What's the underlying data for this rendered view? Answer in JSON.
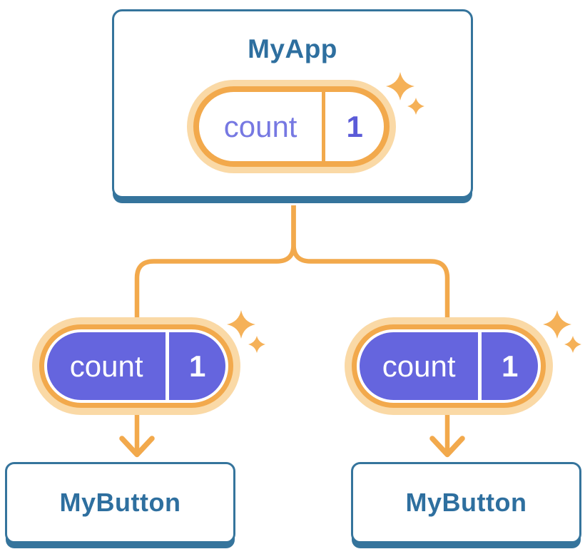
{
  "colors": {
    "card_border": "#35749C",
    "component_label": "#2E6F9F",
    "connector_orange": "#F2A94C",
    "pill_glow": "#FAD9A6",
    "pill_fill_purple": "#6565DE",
    "state_name_purple": "#7678E2",
    "state_value_purple": "#5B5BD8",
    "sparkle_orange": "#F5B158"
  },
  "icons": {
    "sparkles": "sparkle-icon",
    "arrow_down": "arrow-down-icon"
  },
  "root_component": {
    "label": "MyApp",
    "state": {
      "name": "count",
      "value": "1"
    }
  },
  "child_components": [
    {
      "label": "MyButton",
      "state": {
        "name": "count",
        "value": "1"
      }
    },
    {
      "label": "MyButton",
      "state": {
        "name": "count",
        "value": "1"
      }
    }
  ]
}
